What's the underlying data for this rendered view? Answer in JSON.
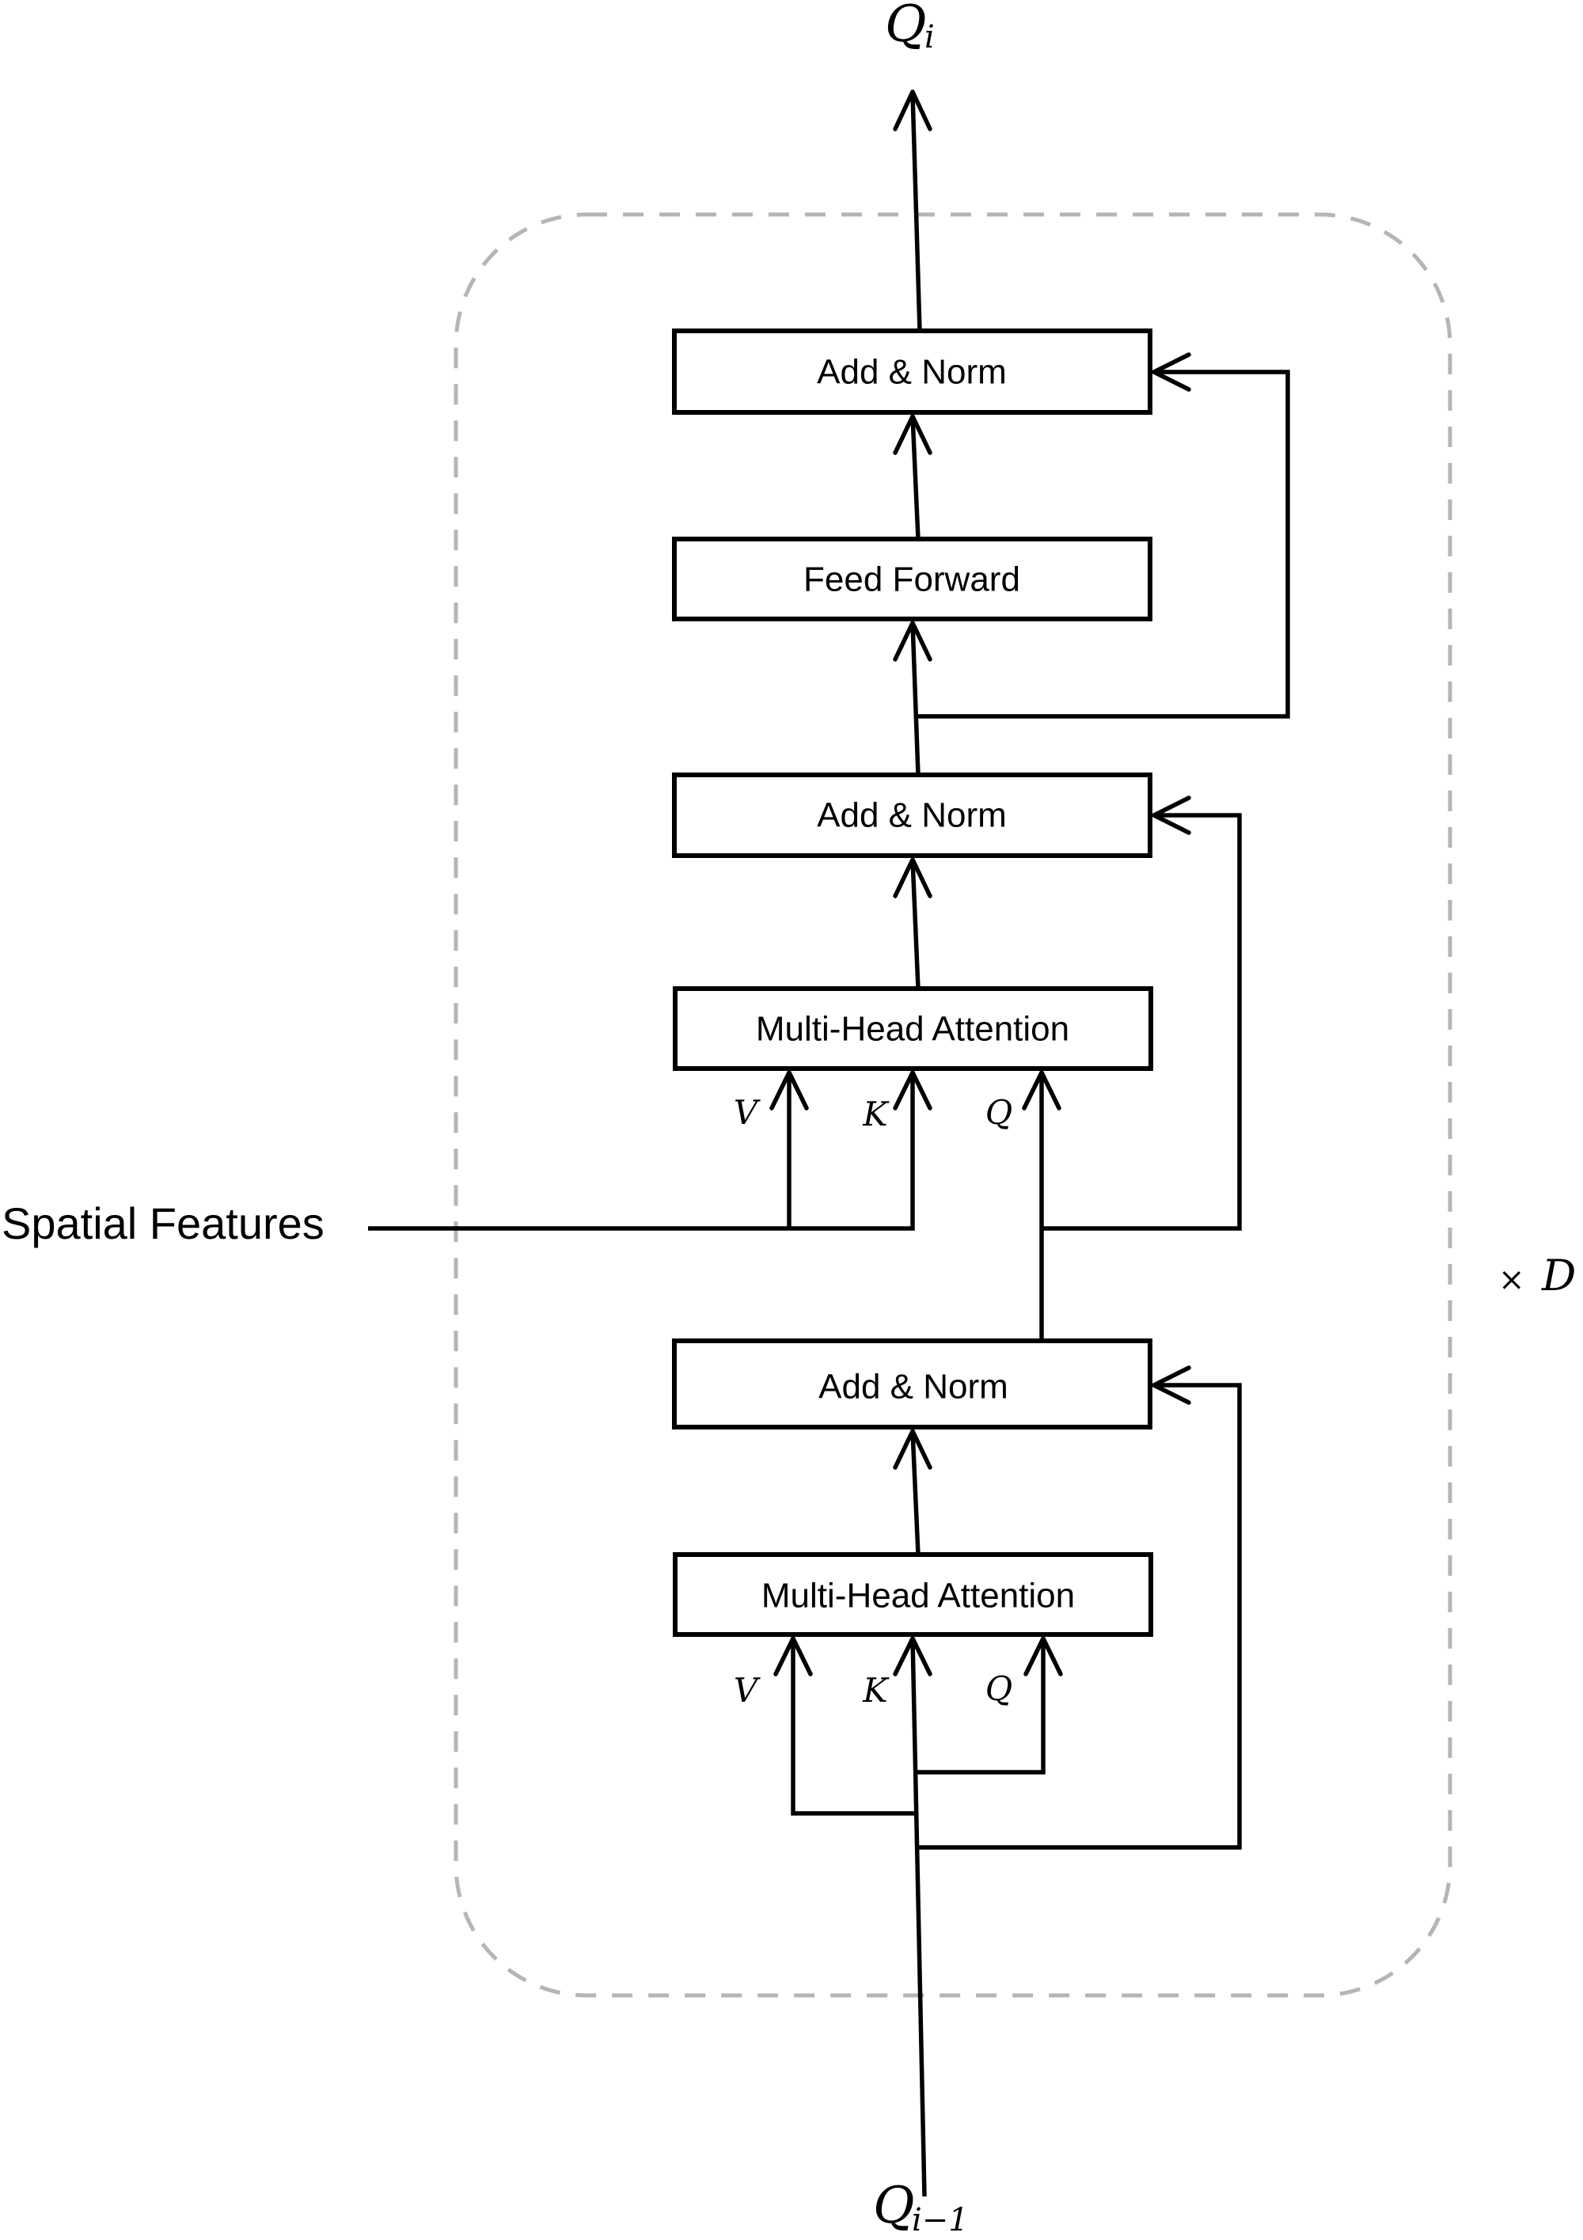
{
  "diagram": {
    "title": "Transformer decoder layer",
    "output_label": {
      "base": "Q",
      "sub": "i"
    },
    "input_label": {
      "base": "Q",
      "sub": "i−1"
    },
    "repeat_label": {
      "times": "×",
      "var": "D"
    },
    "side_input_label": "Spatial Features",
    "blocks": [
      {
        "id": "add-norm-top",
        "label": "Add & Norm"
      },
      {
        "id": "feed-forward",
        "label": "Feed Forward"
      },
      {
        "id": "add-norm-middle",
        "label": "Add & Norm"
      },
      {
        "id": "cross-attention",
        "label": "Multi-Head Attention"
      },
      {
        "id": "add-norm-bottom",
        "label": "Add & Norm"
      },
      {
        "id": "self-attention",
        "label": "Multi-Head Attention"
      }
    ],
    "cross_attention_inputs": {
      "v": "V",
      "k": "K",
      "q": "Q"
    },
    "self_attention_inputs": {
      "v": "V",
      "k": "K",
      "q": "Q"
    },
    "colors": {
      "stroke": "#000000",
      "dashed_frame": "#b5b5b5",
      "background": "#ffffff"
    }
  }
}
